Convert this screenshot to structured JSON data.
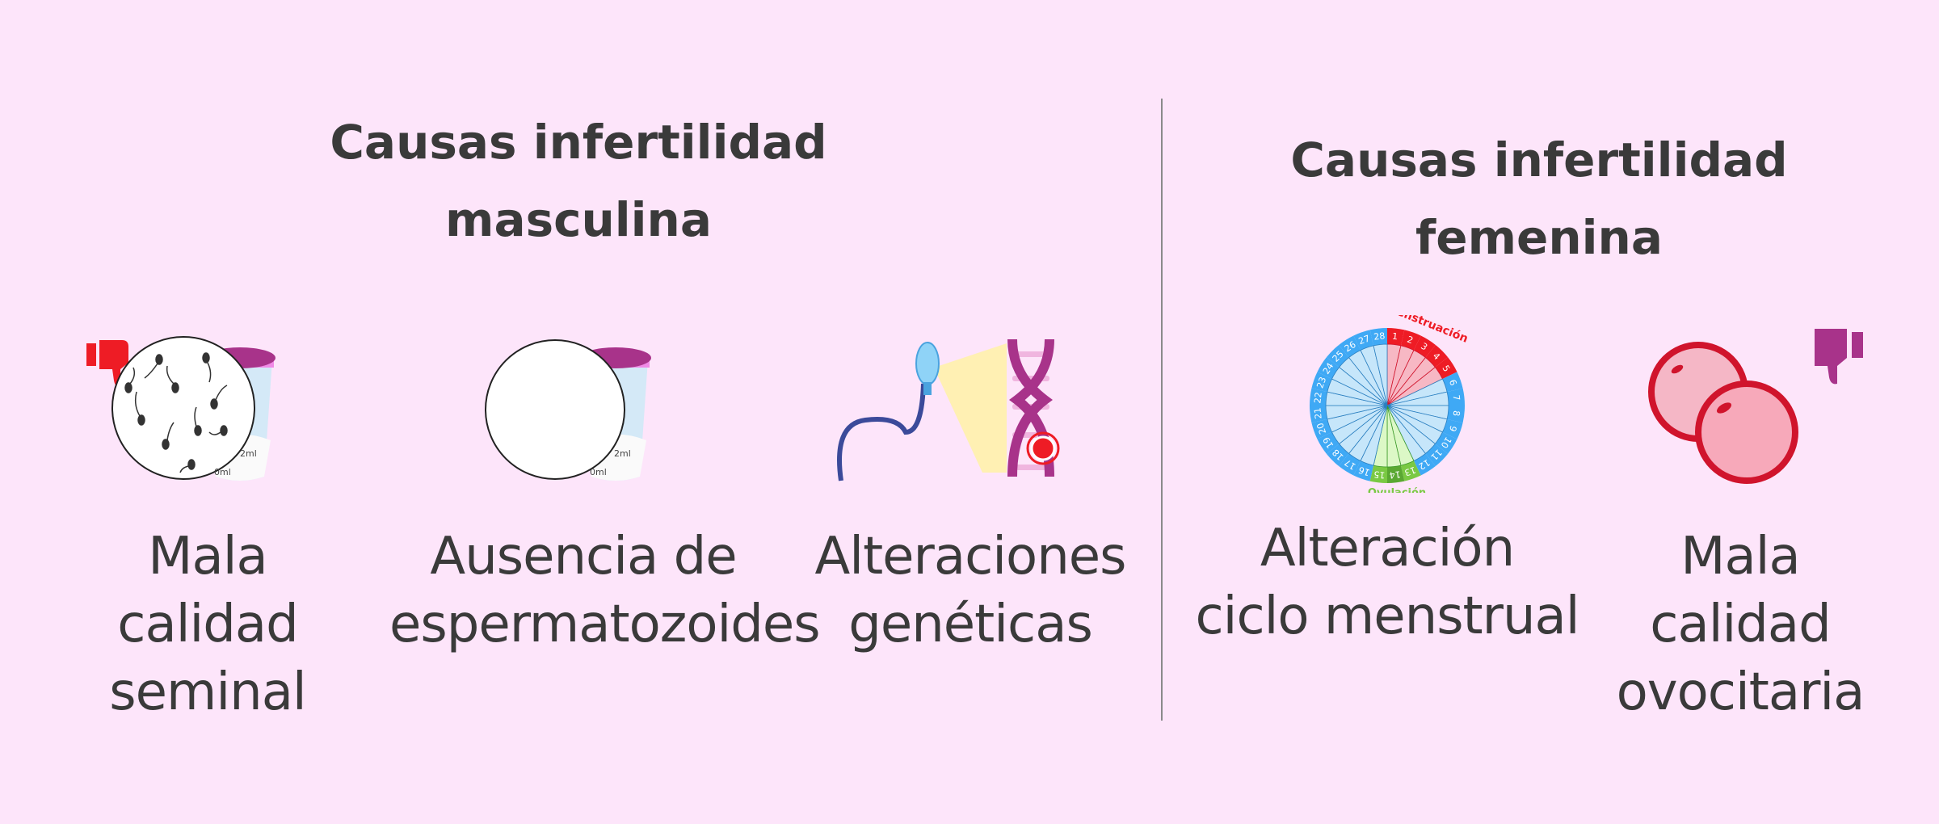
{
  "male": {
    "title_lines": [
      "Causas infertilidad",
      "masculina"
    ],
    "items": [
      {
        "icon": "low-quality-semen-icon",
        "label_lines": [
          "Mala",
          "calidad",
          "seminal"
        ]
      },
      {
        "icon": "no-sperm-icon",
        "label_lines": [
          "Ausencia de",
          "espermatozoides"
        ]
      },
      {
        "icon": "sperm-dna-icon",
        "label_lines": [
          "Alteraciones",
          "genéticas"
        ]
      }
    ]
  },
  "female": {
    "title_lines": [
      "Causas infertilidad",
      "femenina"
    ],
    "items": [
      {
        "icon": "menstrual-cycle-icon",
        "label_lines": [
          "Alteración",
          "ciclo menstrual"
        ]
      },
      {
        "icon": "poor-oocyte-icon",
        "label_lines": [
          "Mala",
          "calidad",
          "ovocitaria"
        ]
      }
    ]
  },
  "cup_marks": [
    "2ml",
    "0ml"
  ],
  "cycle": {
    "days": 28,
    "menstruation_label": "Menstruación",
    "menstruation_days": [
      1,
      2,
      3,
      4,
      5
    ],
    "ovulation_label": "Ovulación",
    "ovulation_days": [
      13,
      14,
      15
    ]
  },
  "colors": {
    "background": "#fde5fa",
    "text": "#3a3a3a",
    "accent_purple": "#a8338a",
    "red": "#ee1c25",
    "blue": "#3fa9f5",
    "green": "#7ac943"
  }
}
